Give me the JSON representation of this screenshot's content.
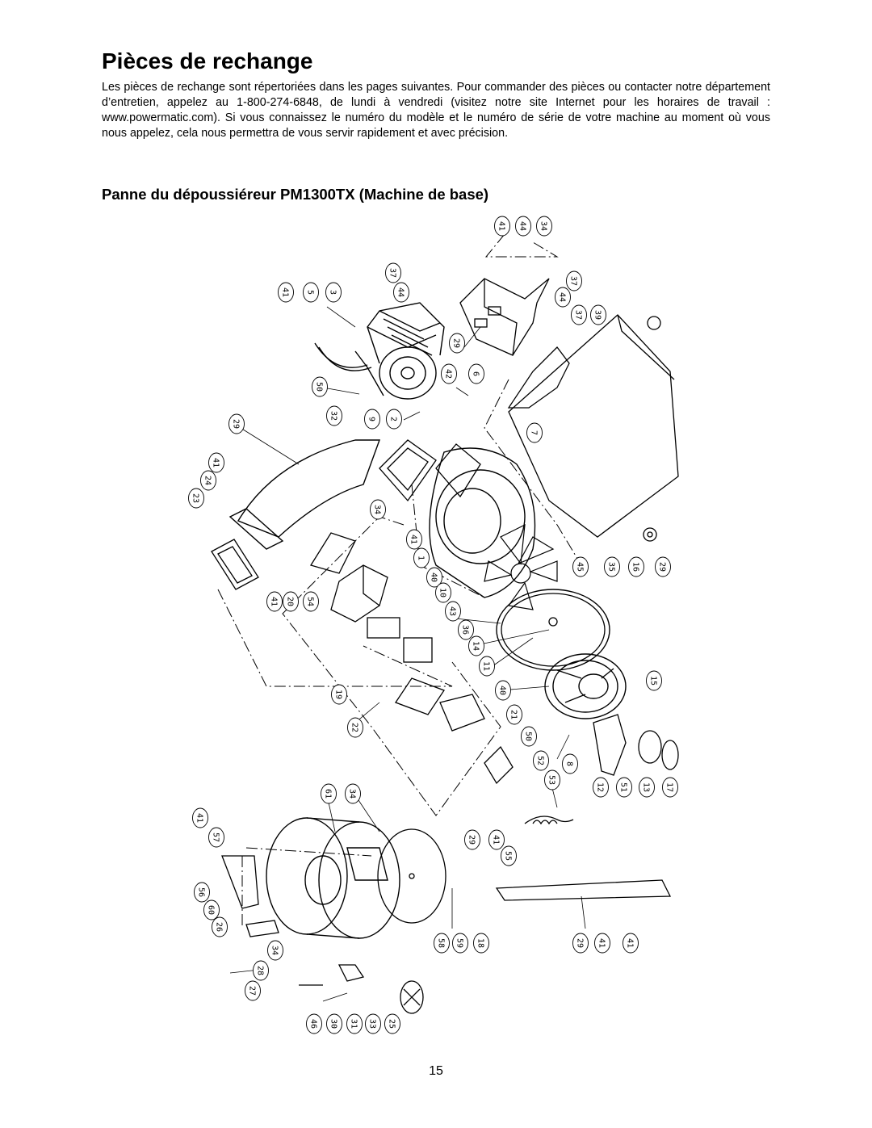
{
  "page": {
    "title": "Pièces de rechange",
    "intro": "Les pièces de rechange sont répertoriées dans les pages suivantes. Pour commander des pièces ou contacter notre département d’entretien, appelez au 1-800-274-6848, de lundi à vendredi (visitez notre site Internet pour les horaires de travail : www.powermatic.com). Si vous connaissez le numéro du modèle et le numéro de série de votre machine au moment où vous nous appelez, cela nous permettra de vous servir rapidement et avec précision.",
    "subtitle": "Panne du dépoussiéreur PM1300TX (Machine de base)",
    "page_number": "15"
  },
  "diagram": {
    "callouts": [
      "41",
      "44",
      "34",
      "37",
      "44",
      "37",
      "44",
      "37",
      "39",
      "41",
      "5",
      "3",
      "29",
      "42",
      "6",
      "50",
      "32",
      "9",
      "2",
      "7",
      "29",
      "41",
      "24",
      "23",
      "34",
      "41",
      "1",
      "40",
      "10",
      "43",
      "36",
      "14",
      "11",
      "40",
      "15",
      "45",
      "35",
      "16",
      "29",
      "41",
      "20",
      "54",
      "19",
      "22",
      "21",
      "50",
      "52",
      "8",
      "53",
      "12",
      "51",
      "13",
      "17",
      "61",
      "34",
      "41",
      "57",
      "56",
      "60",
      "26",
      "29",
      "41",
      "55",
      "58",
      "59",
      "18",
      "29",
      "41",
      "41",
      "34",
      "28",
      "27",
      "46",
      "30",
      "31",
      "33",
      "25"
    ]
  }
}
